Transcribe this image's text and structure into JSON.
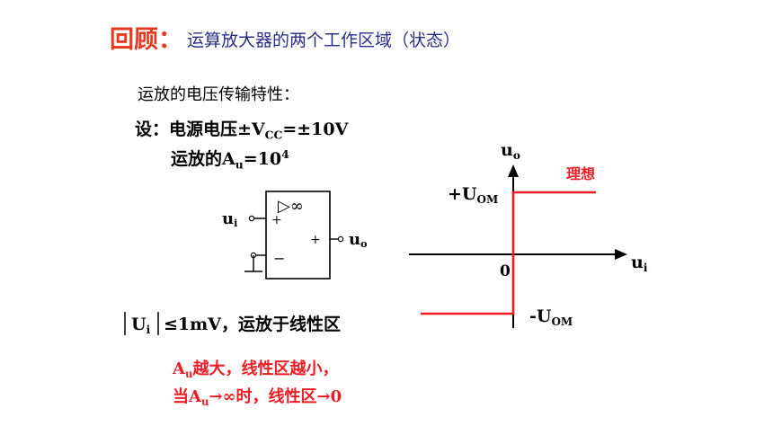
{
  "title": {
    "main": "回顾：",
    "subtitle": "运算放大器的两个工作区域（状态）"
  },
  "text": {
    "transfer_char": "运放的电压传输特性：",
    "supply_prefix": "设：电源电压±V",
    "supply_sub": "CC",
    "supply_suffix": "=±10V",
    "gain_prefix": "运放的A",
    "gain_sub": "u",
    "gain_value": "=10",
    "gain_exp": "4",
    "cond_ui": "U",
    "cond_ui_sub": "i",
    "cond_rest": "≤1mV，运放于线性区",
    "note1_a": "A",
    "note1_sub": "u",
    "note1_rest": "越大，线性区越小，",
    "note2_a": "当A",
    "note2_sub": "u",
    "note2_rest": "→∞时，线性区→0"
  },
  "opamp": {
    "symbol": "▷∞",
    "plus_in": "+",
    "minus_in": "−",
    "plus_out": "+",
    "in_label": "u",
    "in_label_sub": "i",
    "out_label": "u",
    "out_label_sub": "o"
  },
  "graph": {
    "y_axis": "u",
    "y_axis_sub": "o",
    "x_axis": "u",
    "x_axis_sub": "i",
    "origin": "0",
    "ideal": "理想",
    "pos_sat": "+U",
    "pos_sat_sub": "OM",
    "neg_sat": "-U",
    "neg_sat_sub": "OM"
  },
  "colors": {
    "title_red": "#e8381f",
    "subtitle_blue": "#2d2d8a",
    "curve_red": "#ee1c25",
    "note_red": "#ee1c25"
  }
}
